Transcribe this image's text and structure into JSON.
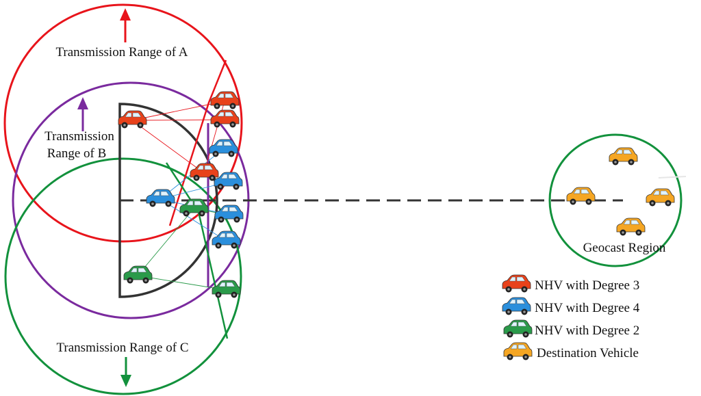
{
  "labels": {
    "range_a": "Transmission Range of A",
    "range_b_line1": "Transmission",
    "range_b_line2": "Range of B",
    "range_c": "Transmission Range of C",
    "geocast": "Geocast Region"
  },
  "legend": [
    {
      "label": "NHV with Degree 3",
      "color": "#e8421b"
    },
    {
      "label": "NHV with Degree 4",
      "color": "#2b8fdc"
    },
    {
      "label": "NHV with Degree 2",
      "color": "#2a9a4a"
    },
    {
      "label": "Destination Vehicle",
      "color": "#f5a623"
    }
  ],
  "colors": {
    "range_a": "#e8141b",
    "range_b": "#7a2a9e",
    "range_c": "#12913c",
    "dashed_line": "#333333",
    "semicircle": "#333333"
  }
}
